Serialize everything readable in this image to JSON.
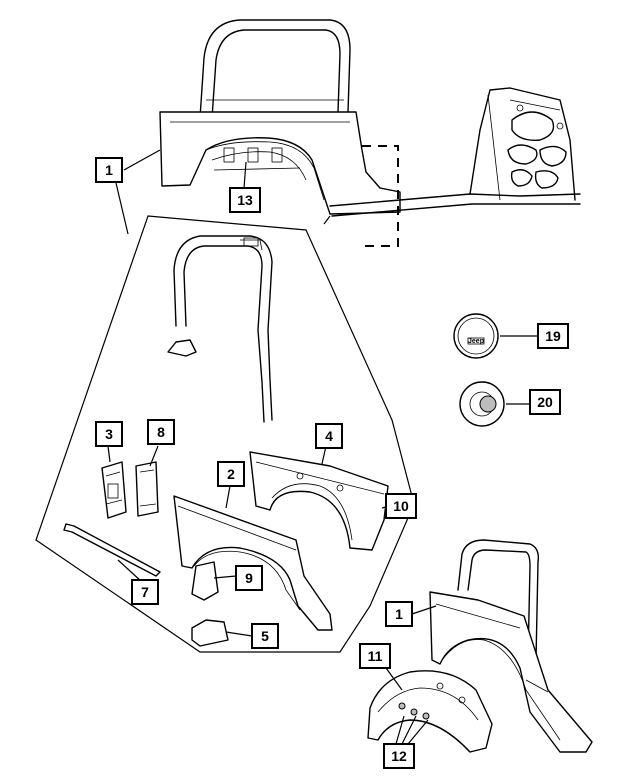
{
  "callouts": {
    "c1_top": "1",
    "c13": "13",
    "c19": "19",
    "c20": "20",
    "c3": "3",
    "c8": "8",
    "c4": "4",
    "c2": "2",
    "c10": "10",
    "c9": "9",
    "c7": "7",
    "c5": "5",
    "c1_bottom": "1",
    "c11": "11",
    "c12": "12"
  },
  "fuel_door_logo": "Jeep"
}
